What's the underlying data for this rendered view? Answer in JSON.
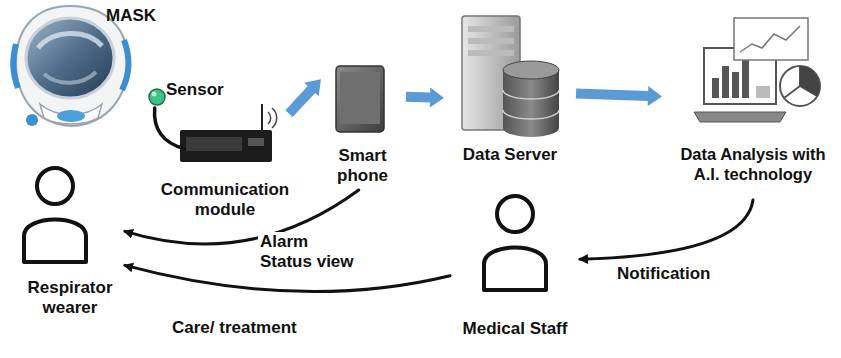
{
  "diagram": {
    "nodes": [
      {
        "text": [
          "MASK"
        ]
      },
      {
        "text": [
          "Sensor"
        ]
      },
      {
        "text": [
          "Communication module"
        ]
      },
      {
        "text": [
          "Smart phone"
        ]
      },
      {
        "text": [
          "Data Server"
        ]
      },
      {
        "text": [
          "Data Analysis with A.I. technology"
        ]
      },
      {
        "text": [
          "Respirator wearer"
        ]
      },
      {
        "text": [
          "Medical Staff"
        ]
      }
    ],
    "edges": [
      {
        "from": 1,
        "to": 2,
        "arrow": "none"
      },
      {
        "from": 2,
        "to": 3,
        "arrow": "to"
      },
      {
        "from": 3,
        "to": 4,
        "arrow": "to"
      },
      {
        "from": 4,
        "to": 5,
        "arrow": "to"
      },
      {
        "from": 5,
        "to": 7,
        "label": "Notification",
        "arrow": "to"
      },
      {
        "from": 3,
        "to": 6,
        "label": "Alarm Status view",
        "arrow": "to"
      },
      {
        "from": 7,
        "to": 6,
        "label": "Care/ treatment",
        "arrow": "to"
      }
    ]
  }
}
